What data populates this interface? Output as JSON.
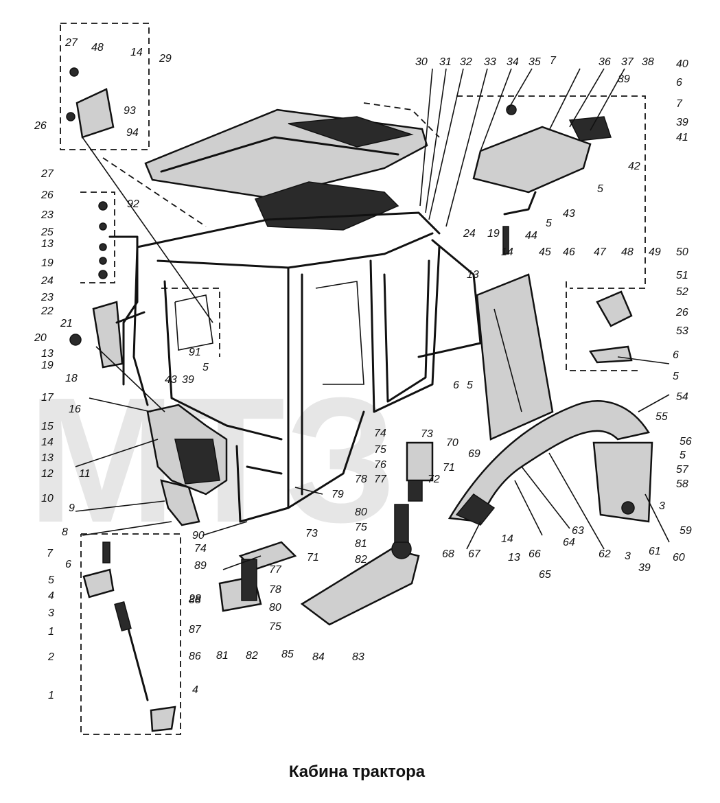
{
  "caption": "Кабина трактора",
  "watermark": "МТЗ",
  "callouts": [
    "1",
    "1",
    "2",
    "3",
    "3",
    "3",
    "4",
    "4",
    "5",
    "5",
    "5",
    "5",
    "5",
    "5",
    "5",
    "5",
    "6",
    "6",
    "6",
    "6",
    "7",
    "7",
    "7",
    "8",
    "9",
    "10",
    "11",
    "12",
    "13",
    "13",
    "13",
    "13",
    "13",
    "14",
    "14",
    "14",
    "14",
    "15",
    "16",
    "17",
    "18",
    "19",
    "19",
    "19",
    "20",
    "21",
    "22",
    "23",
    "23",
    "24",
    "24",
    "25",
    "26",
    "26",
    "26",
    "27",
    "27",
    "28",
    "29",
    "30",
    "31",
    "32",
    "33",
    "34",
    "35",
    "36",
    "37",
    "38",
    "39",
    "39",
    "39",
    "39",
    "40",
    "41",
    "42",
    "43",
    "43",
    "44",
    "45",
    "46",
    "47",
    "48",
    "48",
    "49",
    "50",
    "51",
    "52",
    "53",
    "54",
    "55",
    "56",
    "57",
    "58",
    "59",
    "60",
    "61",
    "62",
    "63",
    "64",
    "65",
    "66",
    "67",
    "68",
    "69",
    "70",
    "71",
    "71",
    "72",
    "73",
    "73",
    "74",
    "74",
    "75",
    "75",
    "75",
    "76",
    "77",
    "77",
    "78",
    "78",
    "79",
    "80",
    "80",
    "81",
    "81",
    "82",
    "82",
    "83",
    "84",
    "85",
    "86",
    "87",
    "88",
    "89",
    "90",
    "91",
    "92",
    "93",
    "94"
  ],
  "colors": {
    "ink": "#111111",
    "watermark": "#e6e6e6",
    "background": "#ffffff"
  }
}
